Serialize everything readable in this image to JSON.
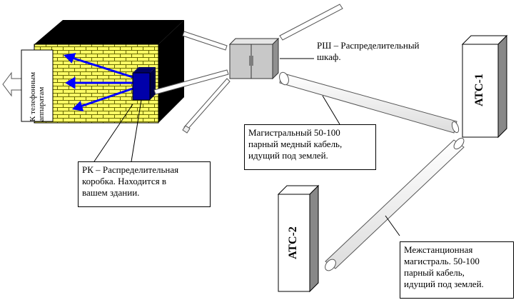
{
  "labels": {
    "rk": "РК – Распределительная\nкоробка. Находится в\nвашем здании.",
    "rsh": "РШ – Распределительный\nшкаф.",
    "trunk": "Магистральный 50-100\nпарный медный кабель,\nидущий под землей.",
    "interstation": "Межстанционная\nмагистраль. 50-100\nпарный кабель,\nидущий под землей.",
    "phones": "К телефонным\nаппаратам",
    "ats1": "АТС-1",
    "ats2": "АТС-2"
  },
  "colors": {
    "brick": "#ffff66",
    "brick_mortar": "#666600",
    "wall_dark": "#000000",
    "junction_box": "#0000aa",
    "arrows": "#0000ff",
    "cabinet": "#c8c8c8"
  }
}
